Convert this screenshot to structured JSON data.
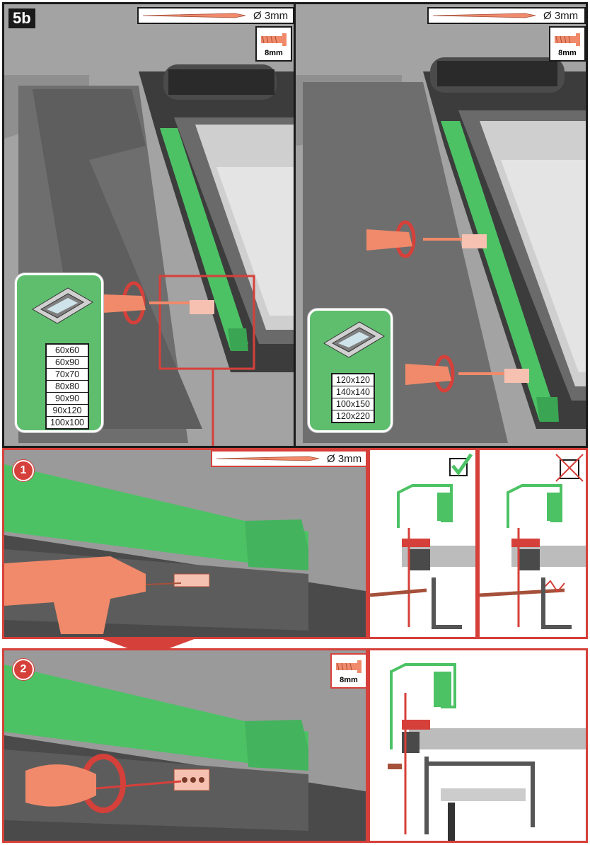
{
  "step": {
    "label": "5b"
  },
  "tools": {
    "drill_bit_label": "Ø 3mm",
    "screw_length_label": "8mm"
  },
  "top_left": {
    "sizes": [
      "60x60",
      "60x90",
      "70x70",
      "80x80",
      "90x90",
      "90x120",
      "100x100"
    ]
  },
  "top_right": {
    "sizes": [
      "120x120",
      "140x140",
      "100x150",
      "120x220"
    ]
  },
  "detail_1": {
    "number": "1",
    "drill_bit_label": "Ø 3mm"
  },
  "detail_2": {
    "number": "2",
    "screw_length_label": "8mm"
  },
  "colors": {
    "red_accent": "#d6403a",
    "green_profile": "#4cc265",
    "gray_roof": "#7a7a7a",
    "dark_roof": "#4a4a4a",
    "tool_orange": "#f08a6a"
  },
  "icons": {
    "correct": "check-box-icon",
    "incorrect": "cross-box-icon"
  }
}
